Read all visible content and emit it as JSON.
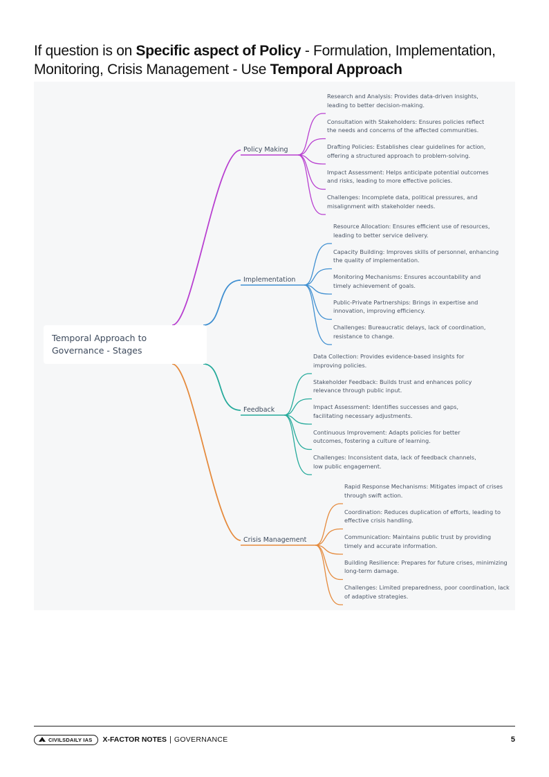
{
  "heading": {
    "part1": "If question is on ",
    "bold1": "Specific aspect of Policy",
    "part2": " - Formulation, Implementation, Monitoring, Crisis Management - Use ",
    "bold2": "Temporal Approach"
  },
  "mindmap": {
    "root": "Temporal Approach to Governance - Stages",
    "stages": [
      {
        "label": "Policy Making",
        "color": "#b83fd0",
        "items": [
          "Research and Analysis: Provides data-driven insights, leading to better decision-making.",
          "Consultation with Stakeholders: Ensures policies reflect the needs and concerns of the affected communities.",
          "Drafting Policies: Establishes clear guidelines for action, offering a structured approach to problem-solving.",
          "Impact Assessment: Helps anticipate potential outcomes and risks, leading to more effective policies.",
          "Challenges: Incomplete data, political pressures, and misalignment with stakeholder needs."
        ]
      },
      {
        "label": "Implementation",
        "color": "#3f8fd1",
        "items": [
          "Resource Allocation: Ensures efficient use of resources, leading to better service delivery.",
          "Capacity Building: Improves skills of personnel, enhancing the quality of implementation.",
          "Monitoring Mechanisms: Ensures accountability and timely achievement of goals.",
          "Public-Private Partnerships: Brings in expertise and innovation, improving efficiency.",
          "Challenges: Bureaucratic delays, lack of coordination, resistance to change."
        ]
      },
      {
        "label": "Feedback",
        "color": "#25aa9b",
        "items": [
          "Data Collection: Provides evidence-based insights for improving policies.",
          "Stakeholder Feedback: Builds trust and enhances policy relevance through public input.",
          "Impact Assessment: Identifies successes and gaps, facilitating necessary adjustments.",
          "Continuous Improvement: Adapts policies for better outcomes, fostering a culture of learning.",
          "Challenges: Inconsistent data, lack of feedback channels, low public engagement."
        ]
      },
      {
        "label": "Crisis Management",
        "color": "#e58a3c",
        "items": [
          "Rapid Response Mechanisms: Mitigates impact of crises through swift action.",
          "Coordination: Reduces duplication of efforts, leading to effective crisis handling.",
          "Communication: Maintains public trust by providing timely and accurate information.",
          "Building Resilience: Prepares for future crises, minimizing long-term damage.",
          "Challenges: Limited preparedness, poor coordination, lack of adaptive strategies."
        ]
      }
    ]
  },
  "footer": {
    "logo_text": "CIVILSDAILY IAS",
    "brand": "X-FACTOR NOTES",
    "separator": "|",
    "section": "GOVERNANCE",
    "page_number": "5"
  }
}
